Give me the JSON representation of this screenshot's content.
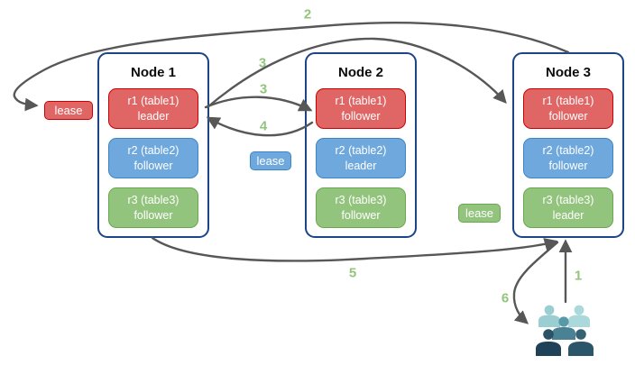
{
  "nodes": [
    {
      "title": "Node 1",
      "replicas": [
        {
          "name": "r1 (table1)",
          "role": "leader",
          "color": "red"
        },
        {
          "name": "r2 (table2)",
          "role": "follower",
          "color": "blue"
        },
        {
          "name": "r3 (table3)",
          "role": "follower",
          "color": "green"
        }
      ]
    },
    {
      "title": "Node 2",
      "replicas": [
        {
          "name": "r1 (table1)",
          "role": "follower",
          "color": "red"
        },
        {
          "name": "r2 (table2)",
          "role": "leader",
          "color": "blue"
        },
        {
          "name": "r3 (table3)",
          "role": "follower",
          "color": "green"
        }
      ]
    },
    {
      "title": "Node 3",
      "replicas": [
        {
          "name": "r1 (table1)",
          "role": "follower",
          "color": "red"
        },
        {
          "name": "r2 (table2)",
          "role": "follower",
          "color": "blue"
        },
        {
          "name": "r3 (table3)",
          "role": "leader",
          "color": "green"
        }
      ]
    }
  ],
  "leases": [
    {
      "label": "lease",
      "color": "red"
    },
    {
      "label": "lease",
      "color": "blue"
    },
    {
      "label": "lease",
      "color": "green"
    }
  ],
  "steps": {
    "s1": "1",
    "s2": "2",
    "s3a": "3",
    "s3b": "3",
    "s4": "4",
    "s5": "5",
    "s6": "6"
  },
  "icons": {
    "users": "users-group-icon"
  },
  "colors": {
    "red_fill": "#e06666",
    "red_border": "#cc0000",
    "blue_fill": "#6fa8dc",
    "blue_border": "#3d85c6",
    "green_fill": "#93c47d",
    "green_border": "#6aa84f",
    "node_border": "#1c4587",
    "arrow": "#575757",
    "step_label": "#93c47d",
    "users_light_teal": "#a7d7d9",
    "users_medium_teal": "#579aa6",
    "users_dark_slate": "#2b5166"
  }
}
